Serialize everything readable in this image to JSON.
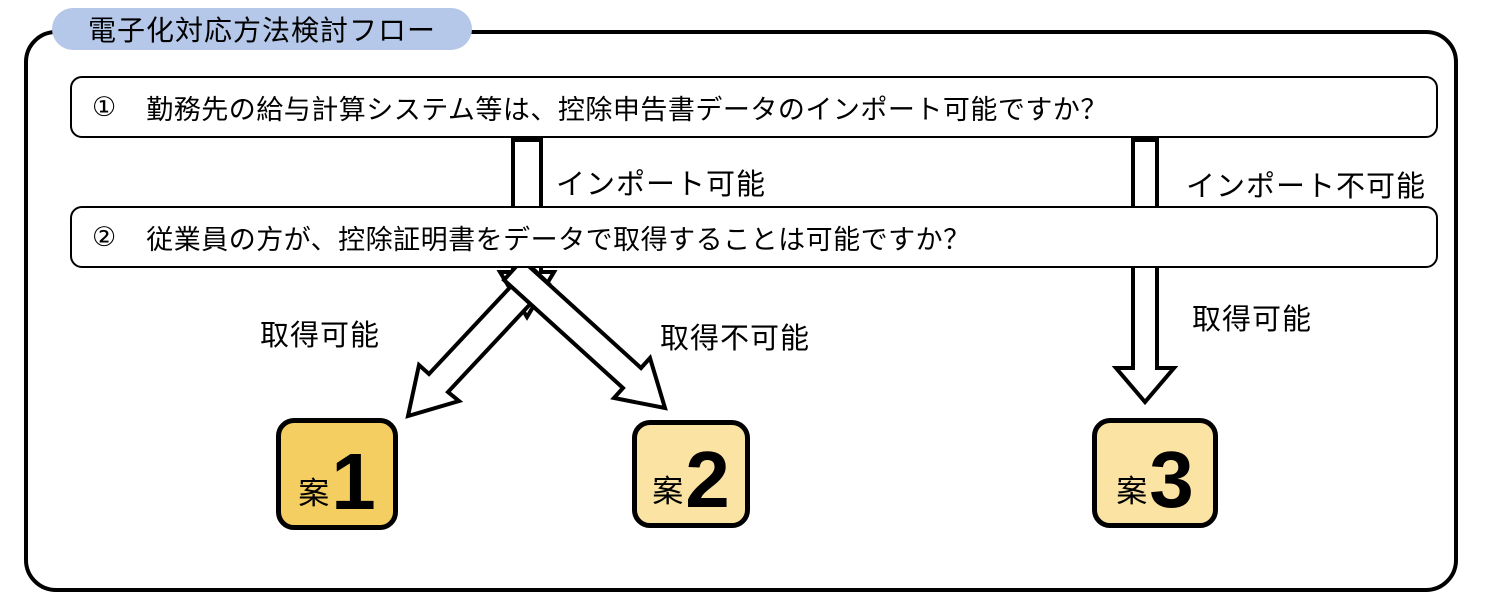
{
  "title": "電子化対応方法検討フロー",
  "questions": [
    {
      "number": "①",
      "text": "勤務先の給与計算システム等は、控除申告書データのインポート可能ですか？"
    },
    {
      "number": "②",
      "text": "従業員の方が、控除証明書をデータで取得することは可能ですか？"
    }
  ],
  "branch_labels": {
    "import_possible": "インポート可能",
    "import_not_possible": "インポート不可能",
    "acquire_possible_left": "取得可能",
    "acquire_not_possible": "取得不可能",
    "acquire_possible_right": "取得可能"
  },
  "options": [
    {
      "prefix": "案",
      "number": "1"
    },
    {
      "prefix": "案",
      "number": "2"
    },
    {
      "prefix": "案",
      "number": "3"
    }
  ],
  "colors": {
    "title_pill": "#B5C8E9",
    "option1_fill": "#F5CE62",
    "option2_fill": "#FAE3A3",
    "option3_fill": "#FAE3A3",
    "outline": "#000000"
  }
}
